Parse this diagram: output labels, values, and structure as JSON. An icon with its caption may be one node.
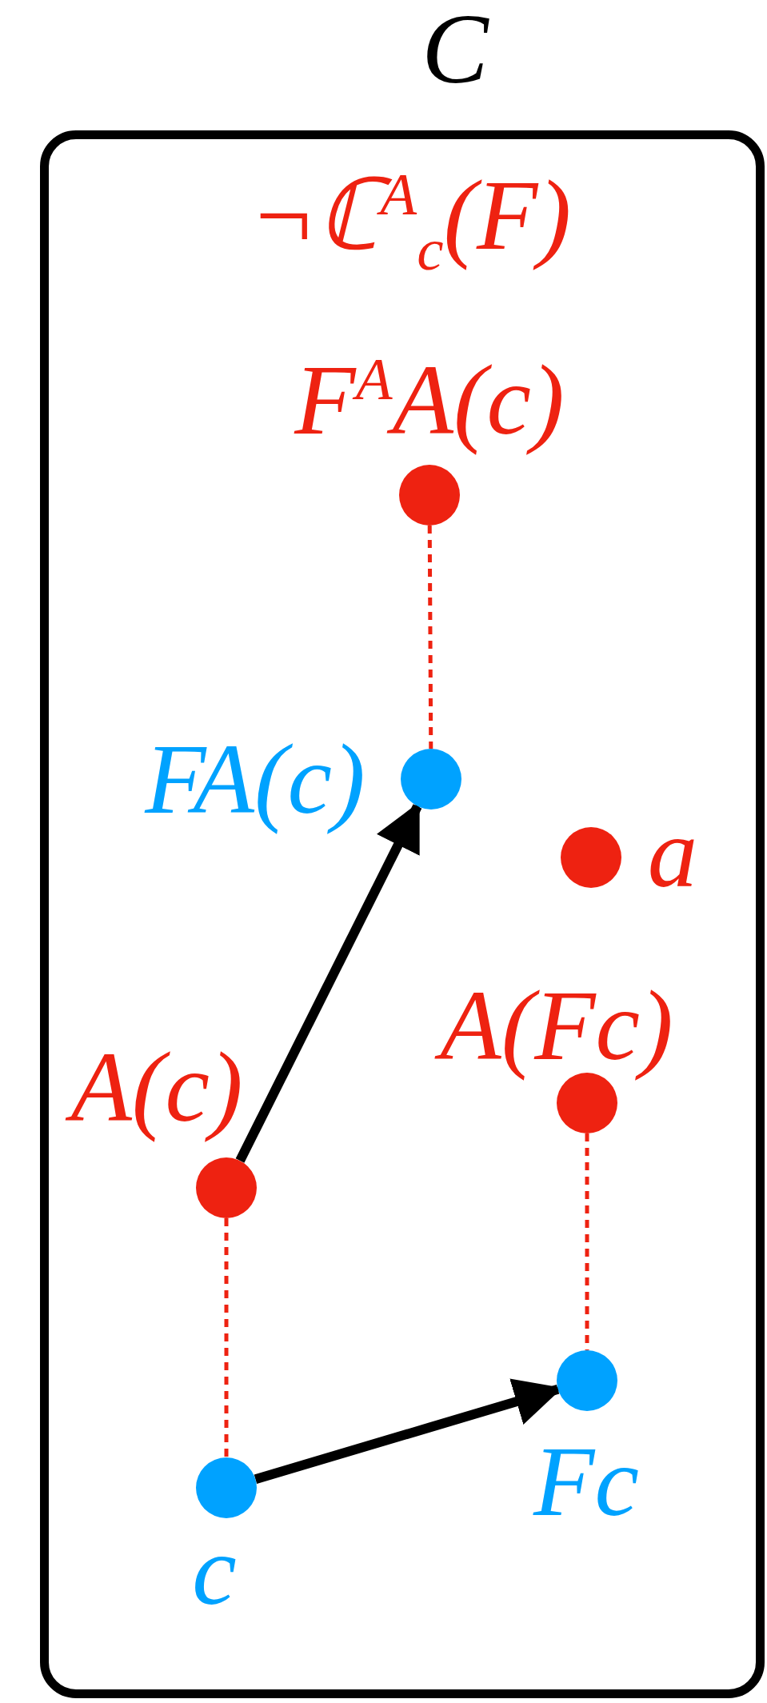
{
  "diagram": {
    "nodes": [
      {
        "text": [
          "C"
        ]
      },
      {
        "text": [
          "F$^{A}$A(c)"
        ],
        "in": 0
      },
      {
        "text": [
          "FA(c)"
        ],
        "in": 0
      },
      {
        "text": [
          "a"
        ],
        "in": 0
      },
      {
        "text": [
          "A(Fc)"
        ],
        "in": 0
      },
      {
        "text": [
          "A(c)"
        ],
        "in": 0
      },
      {
        "text": [
          "Fc"
        ],
        "in": 0
      },
      {
        "text": [
          "c"
        ],
        "in": 0
      }
    ],
    "edges": [
      {
        "from": 1,
        "to": 2,
        "arrow": "none",
        "style": "dashed"
      },
      {
        "from": 5,
        "to": 2,
        "arrow": "to",
        "style": "thick",
        "color": "#000000"
      },
      {
        "from": 4,
        "to": 6,
        "arrow": "none",
        "style": "dashed"
      },
      {
        "from": 5,
        "to": 7,
        "arrow": "none",
        "style": "dashed"
      },
      {
        "from": 7,
        "to": 6,
        "arrow": "to",
        "style": "thick",
        "color": "#000000"
      }
    ],
    "labels": [
      "¬ℂ$^{A}$$_{c}$(F)"
    ]
  }
}
